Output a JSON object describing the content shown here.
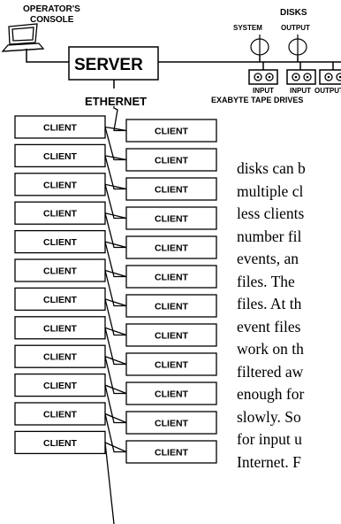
{
  "operator_console_label": "OPERATOR'S\nCONSOLE",
  "server_label": "SERVER",
  "ethernet_label": "ETHERNET",
  "disks_label": "DISKS",
  "disk_system_label": "SYSTEM",
  "disk_output_label": "OUTPUT",
  "tape_labels": [
    "INPUT",
    "INPUT",
    "OUTPUT"
  ],
  "tape_caption": "EXABYTE TAPE DRIVES",
  "client_label": "CLIENT",
  "left_clients_count": 12,
  "right_clients_count": 12,
  "body_text_lines": [
    "disks can b",
    "multiple cl",
    "less clients",
    "number fil",
    "events, an",
    "files. The",
    "files. At th",
    "event files",
    "work on th",
    "filtered aw",
    "enough for",
    "slowly. So",
    "for input u",
    "Internet. F"
  ]
}
